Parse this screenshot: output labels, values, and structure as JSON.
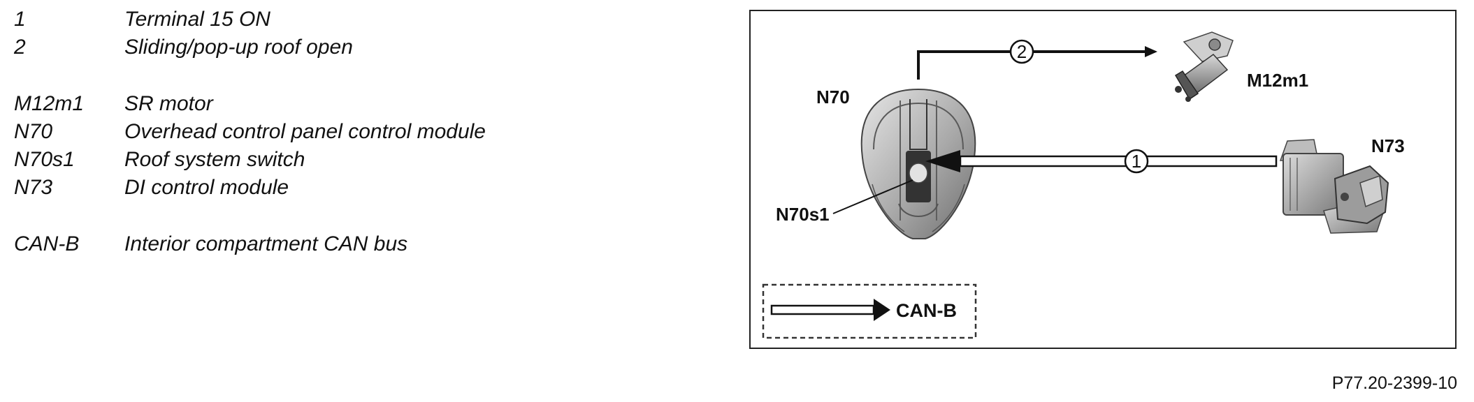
{
  "legend": [
    {
      "key": "1",
      "desc": "Terminal 15 ON"
    },
    {
      "key": "2",
      "desc": "Sliding/pop-up roof open"
    },
    {
      "key": "M12m1",
      "desc": "SR motor"
    },
    {
      "key": "N70",
      "desc": "Overhead control panel control module"
    },
    {
      "key": "N70s1",
      "desc": "Roof system switch"
    },
    {
      "key": "N73",
      "desc": "DI control module"
    },
    {
      "key": "CAN-B",
      "desc": "Interior compartment CAN bus"
    }
  ],
  "diagram": {
    "labels": {
      "n70": "N70",
      "n70s1": "N70s1",
      "m12m1": "M12m1",
      "n73": "N73",
      "canb": "CAN-B"
    },
    "signals": {
      "one": "1",
      "two": "2"
    }
  },
  "figure_code": "P77.20-2399-10"
}
